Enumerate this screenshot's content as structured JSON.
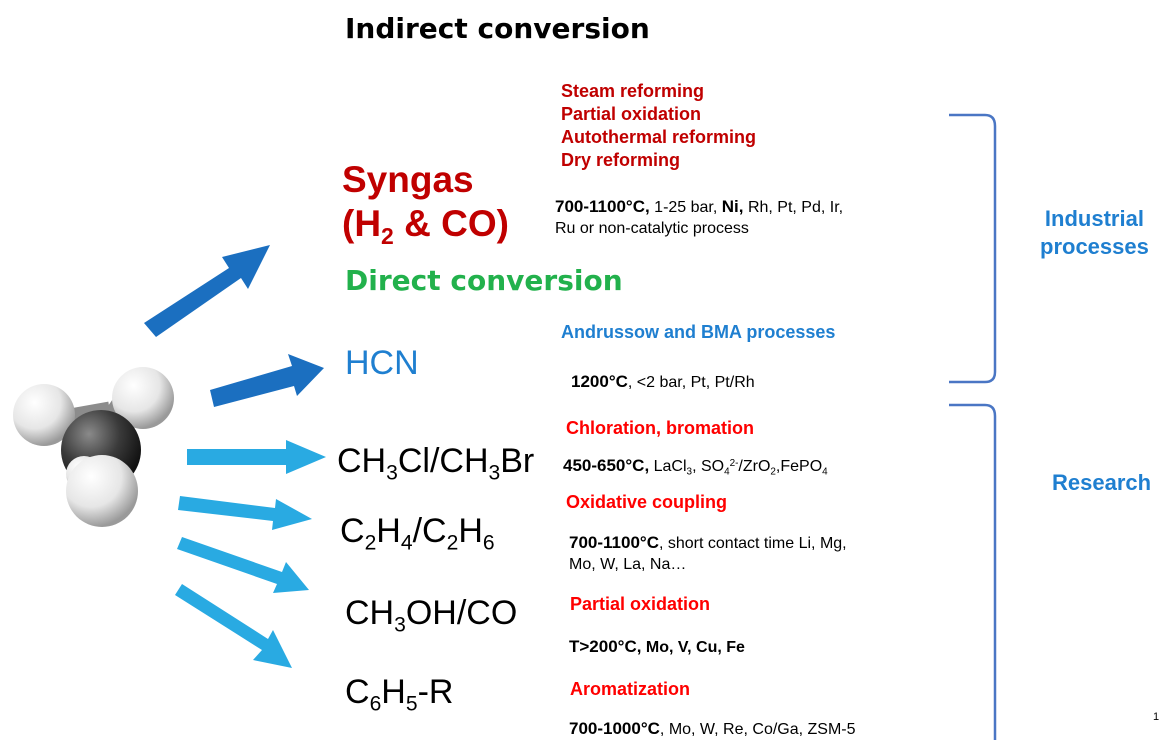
{
  "header": {
    "indirect": "Indirect conversion",
    "direct": "Direct conversion"
  },
  "syngas": {
    "line1": "Syngas",
    "line2_pre": "(H",
    "line2_sub": "2",
    "line2_post": " & CO)",
    "processes": [
      "Steam reforming",
      "Partial oxidation",
      "Autothermal reforming",
      "Dry reforming"
    ],
    "cond_temp": "700-1100°C,",
    "cond_a": " 1-25 bar, ",
    "cond_ni": "Ni,",
    "cond_b": " Rh, Pt, Pd, Ir,",
    "cond_line2": "Ru or non-catalytic process"
  },
  "hcn": {
    "label": "HCN",
    "process": "Andrussow  and BMA processes",
    "cond_temp": "1200°C",
    "cond_rest": ", <2 bar, Pt, Pt/Rh"
  },
  "halide": {
    "p1": "CH",
    "s1": "3",
    "p2": "Cl/CH",
    "s2": "3",
    "p3": "Br",
    "process": "Chloration, bromation",
    "cond_temp": "450-650°C,",
    "c1": " LaCl",
    "c1s": "3",
    "c2": ", SO",
    "c2s": "4",
    "c2sup": "2-",
    "c3": "/ZrO",
    "c3s": "2",
    "c4": ",FePO",
    "c4s": "4"
  },
  "ocm": {
    "p1": "C",
    "s1": "2",
    "p2": "H",
    "s2": "4",
    "p3": "/C",
    "s3": "2",
    "p4": "H",
    "s4": "6",
    "process": "Oxidative coupling",
    "cond_temp": "700-1100°C",
    "cond_rest": ", short contact time Li, Mg,",
    "cond_line2": "Mo, W, La, Na…"
  },
  "methanol": {
    "p1": "CH",
    "s1": "3",
    "p2": "OH/CO",
    "process": "Partial oxidation",
    "cond_temp": "T>200°C,",
    "cond_rest": " Mo, V, Cu, Fe"
  },
  "aromatic": {
    "p1": "C",
    "s1": "6",
    "p2": "H",
    "s2": "5",
    "p3": "-R",
    "process": "Aromatization",
    "cond_temp": "700-1000°C",
    "cond_rest": ", Mo, W, Re, Co/Ga, ZSM-5"
  },
  "brackets": {
    "industrial_1": "Industrial",
    "industrial_2": "processes",
    "research": "Research"
  },
  "page_number": "1",
  "colors": {
    "dark_red": "#c00000",
    "bright_red": "#ff0000",
    "blue_text": "#1f7fd0",
    "green": "#22b14c",
    "arrow_dark": "#1b6fc0",
    "arrow_light": "#29aae2",
    "bracket": "#4a76c4"
  }
}
